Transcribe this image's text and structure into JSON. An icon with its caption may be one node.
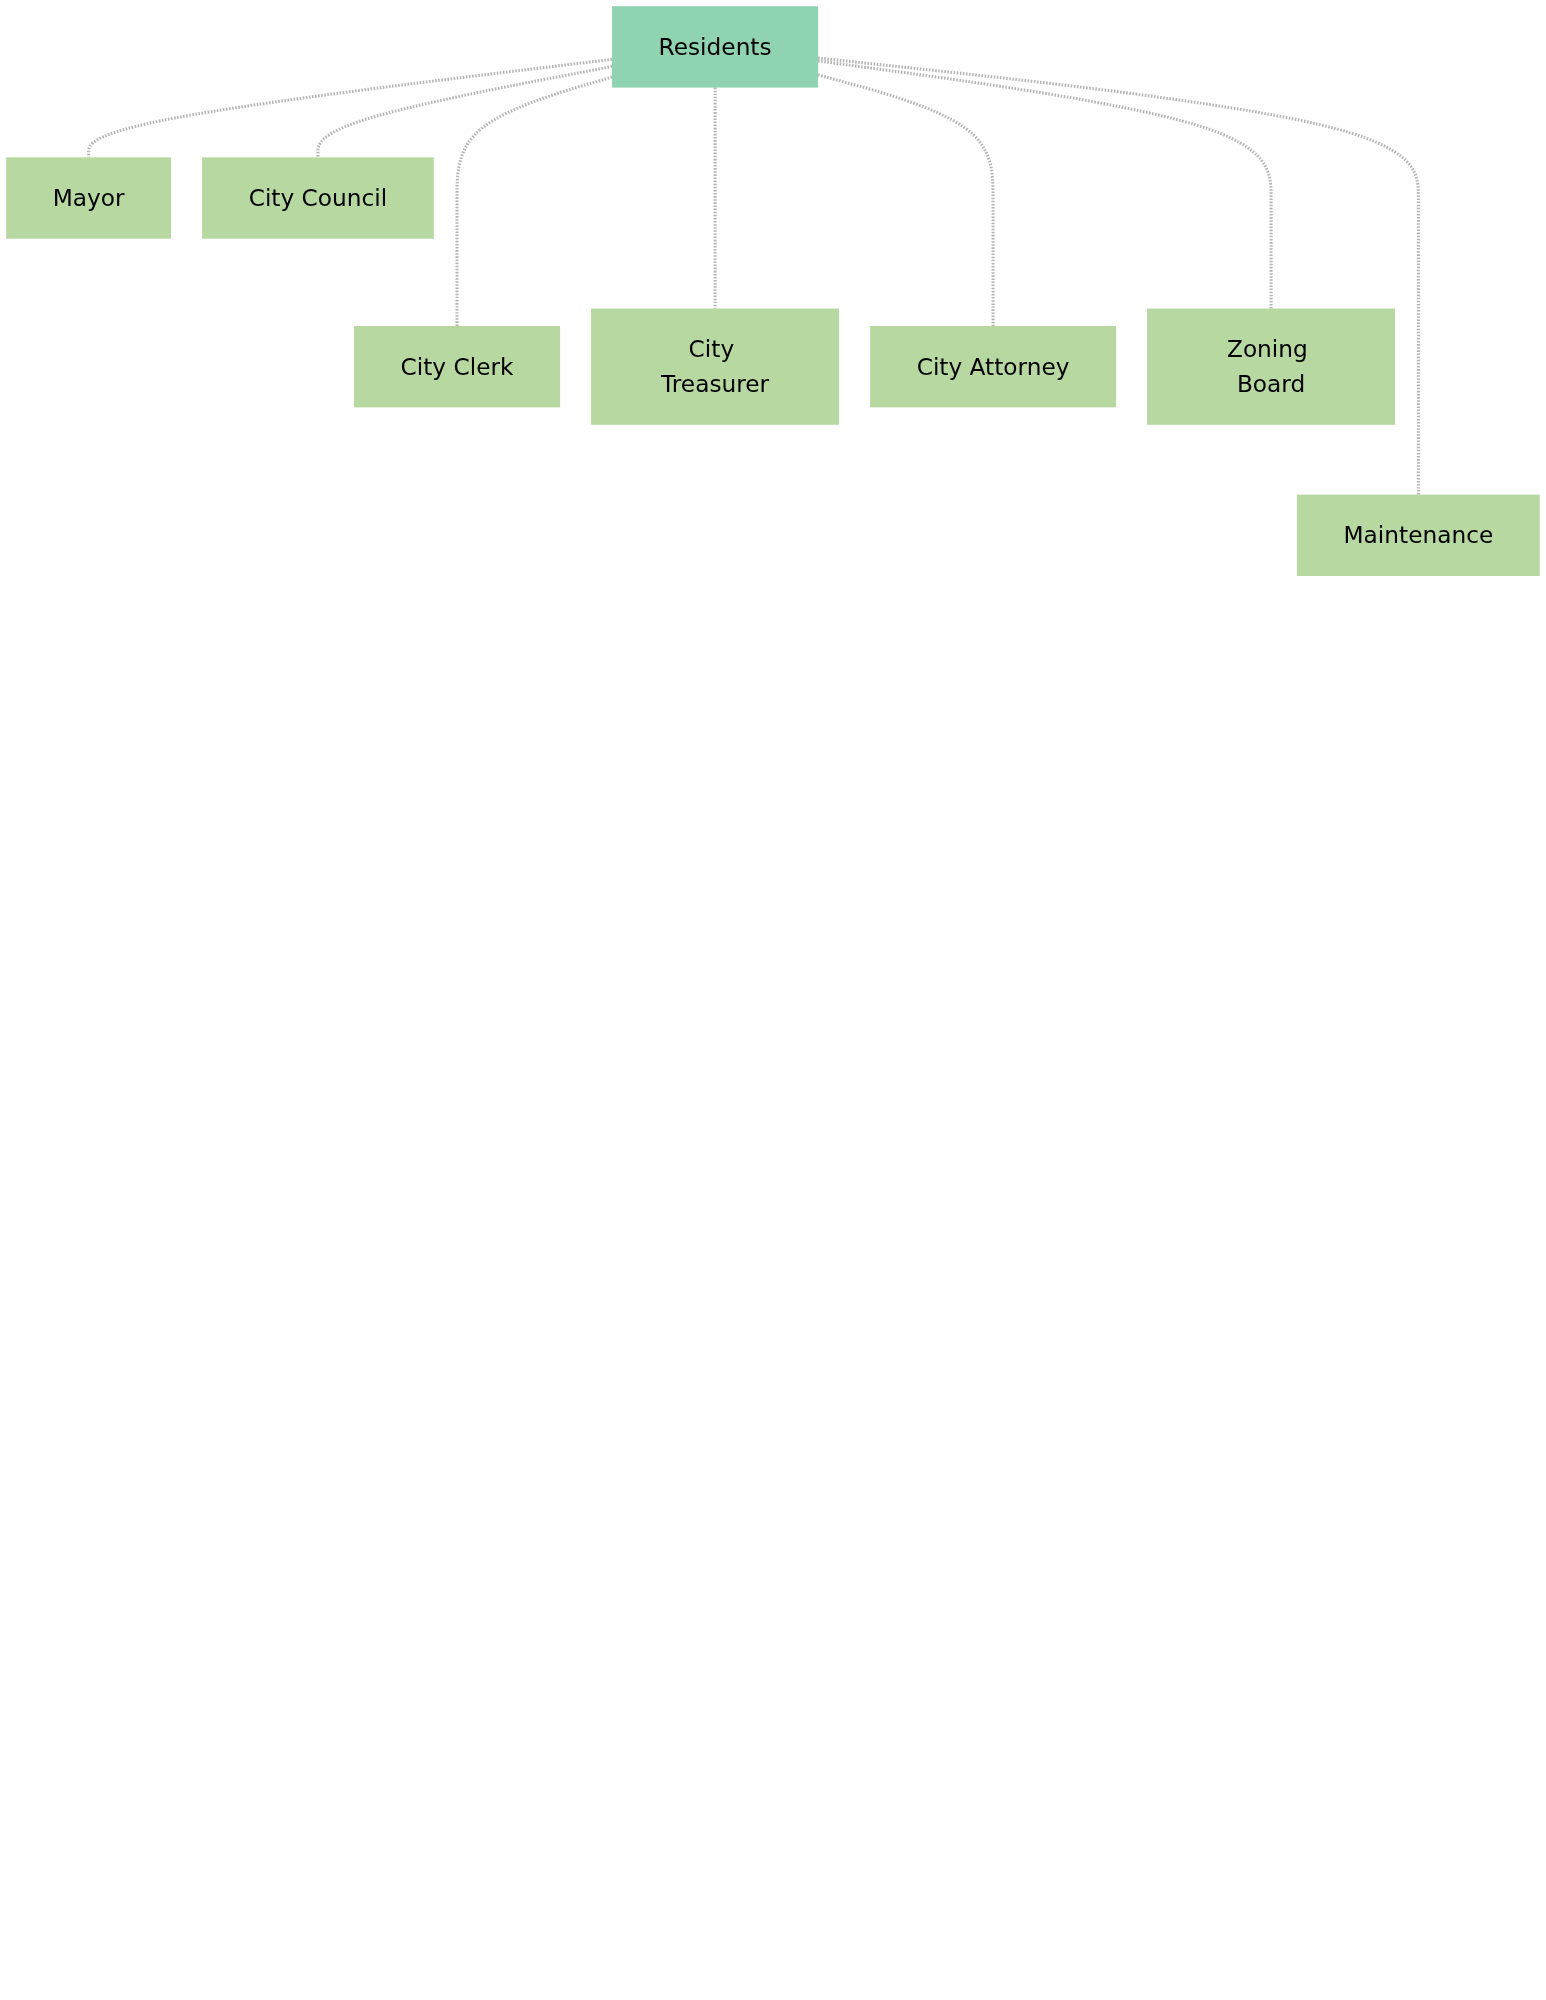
{
  "diagram": {
    "nodes": [
      {
        "text": [
          "Residents"
        ]
      },
      {
        "text": [
          "Mayor"
        ]
      },
      {
        "text": [
          "City Council"
        ]
      },
      {
        "text": [
          "City Clerk"
        ]
      },
      {
        "text": [
          "City Treasurer"
        ]
      },
      {
        "text": [
          "City Attorney"
        ]
      },
      {
        "text": [
          "Zoning Board"
        ]
      },
      {
        "text": [
          "Maintenance"
        ]
      }
    ],
    "edges": [
      {
        "from": 0,
        "to": 1,
        "arrow": "none",
        "style": "dashed"
      },
      {
        "from": 0,
        "to": 2,
        "arrow": "none",
        "style": "dashed"
      },
      {
        "from": 0,
        "to": 3,
        "arrow": "none",
        "style": "dashed"
      },
      {
        "from": 0,
        "to": 4,
        "arrow": "none",
        "style": "dashed"
      },
      {
        "from": 0,
        "to": 5,
        "arrow": "none",
        "style": "dashed"
      },
      {
        "from": 0,
        "to": 6,
        "arrow": "none",
        "style": "dashed"
      },
      {
        "from": 0,
        "to": 7,
        "arrow": "none",
        "style": "dashed"
      }
    ]
  }
}
